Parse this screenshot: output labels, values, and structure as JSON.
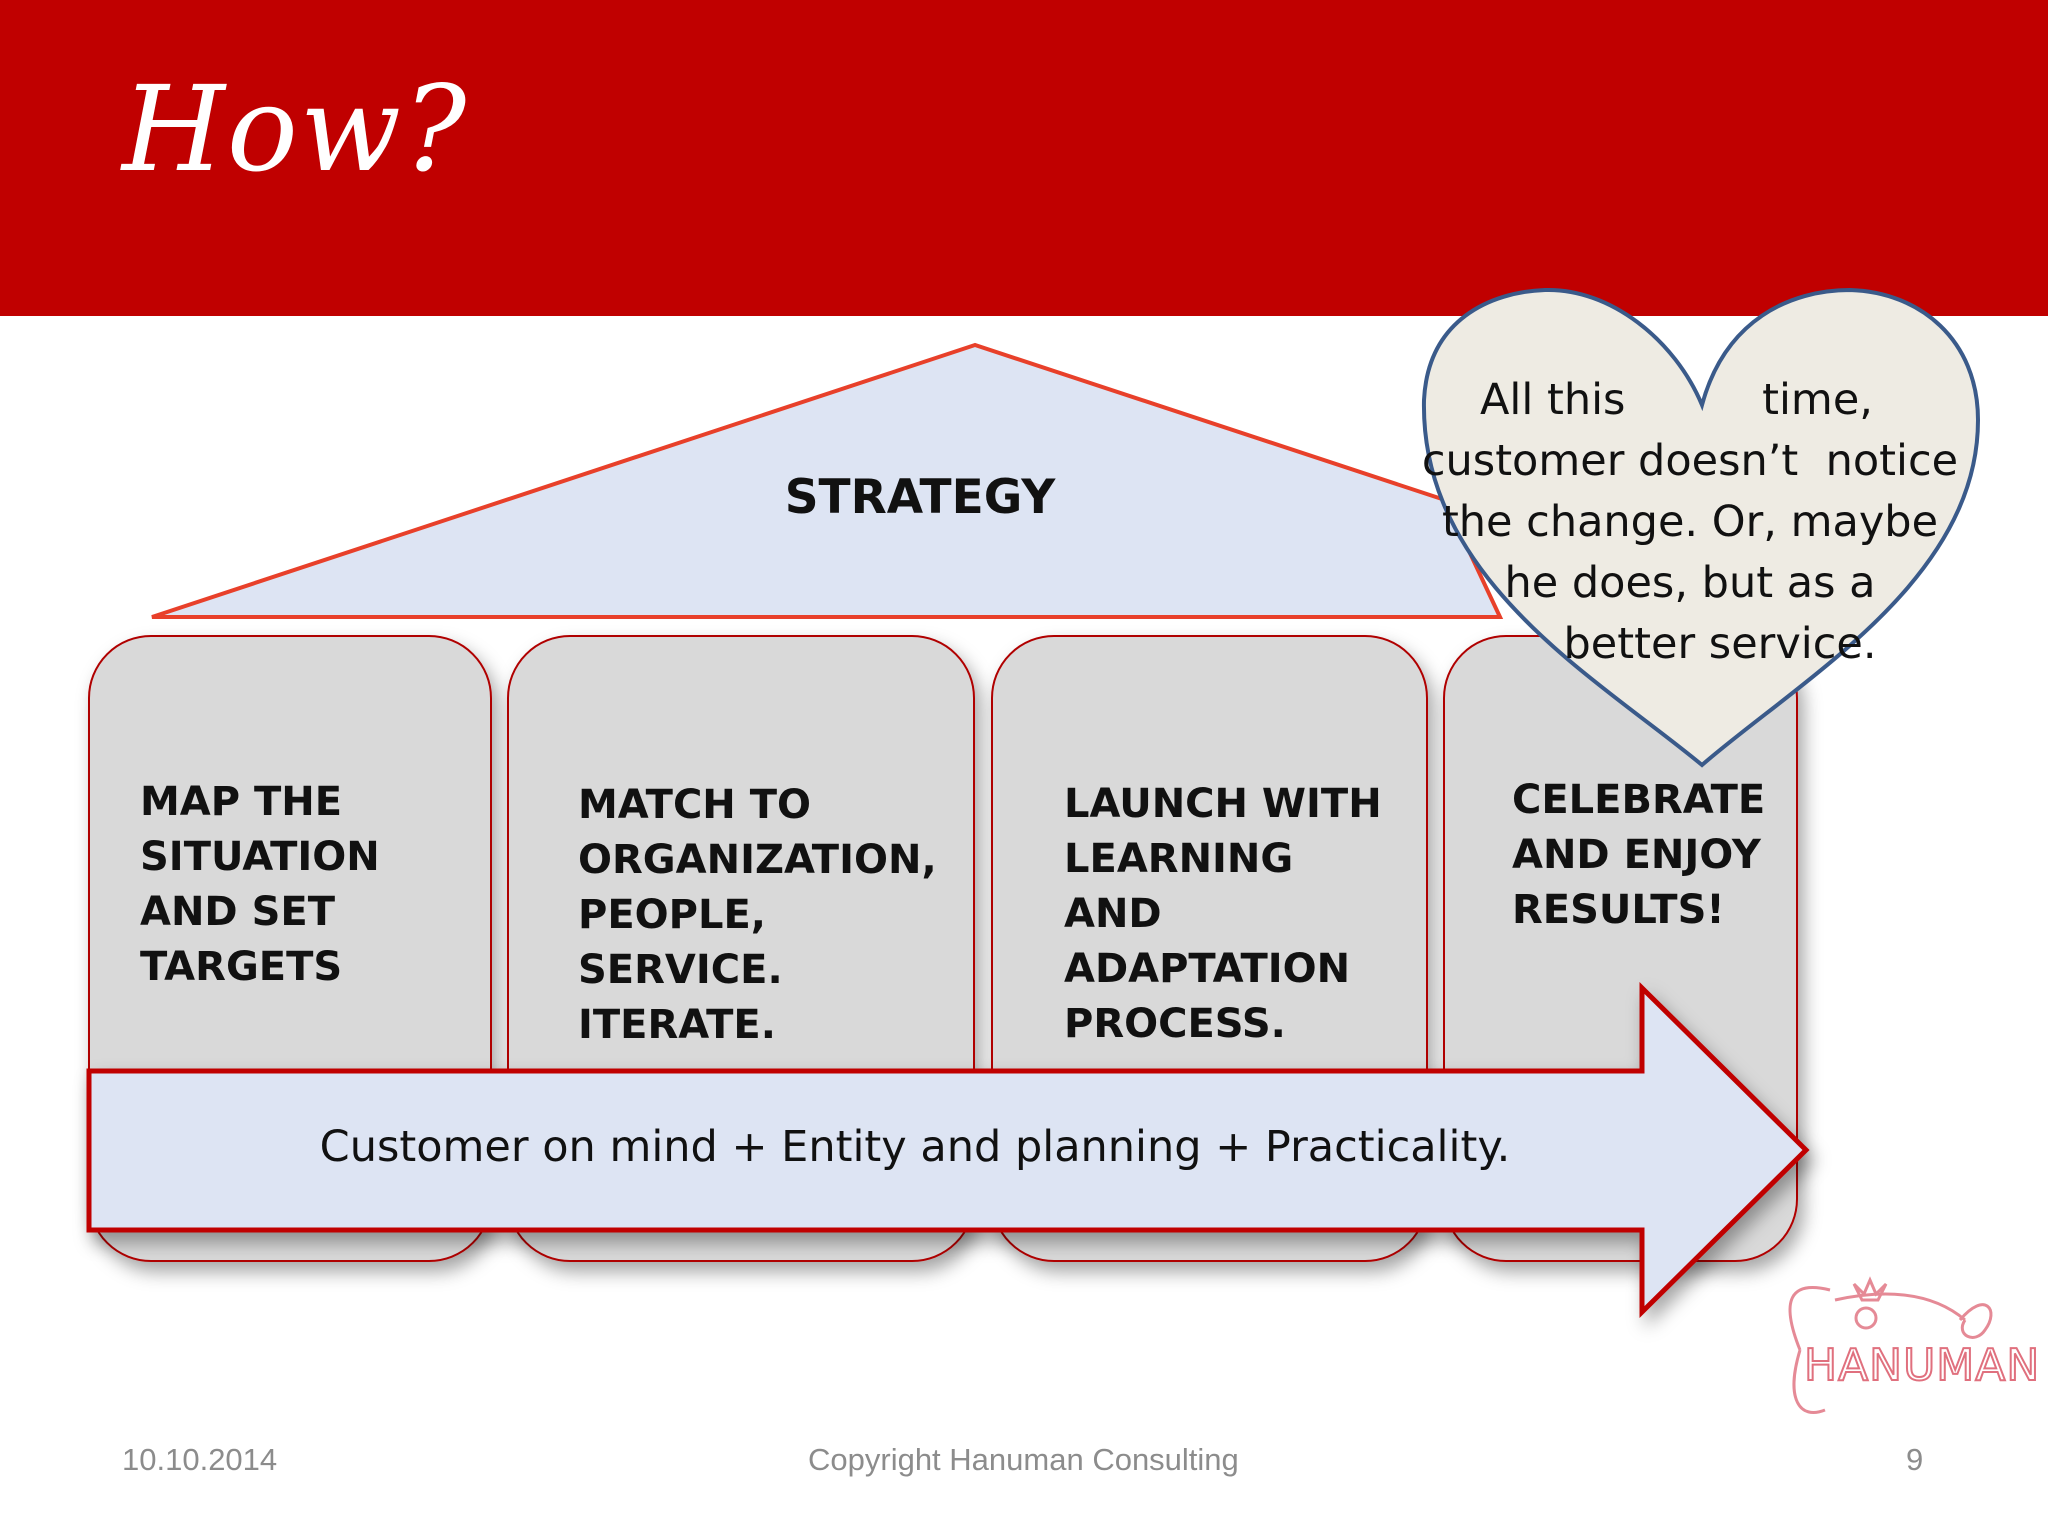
{
  "slide": {
    "title": "How?",
    "banner_color": "#c00000"
  },
  "roof": {
    "label": "STRATEGY"
  },
  "pillars": [
    {
      "label": "MAP THE SITUATION AND SET TARGETS"
    },
    {
      "label": "MATCH TO ORGANIZATION, PEOPLE, SERVICE. ITERATE."
    },
    {
      "label": "LAUNCH WITH LEARNING AND ADAPTATION PROCESS."
    },
    {
      "label": "CELEBRATE AND ENJOY RESULTS!"
    }
  ],
  "heart_note": {
    "lines": [
      "All this          time,",
      "customer doesn’t  notice",
      "the change. Or, maybe",
      "he does, but as a",
      "better service."
    ]
  },
  "foundation_arrow": {
    "text": "Customer on mind + Entity and planning +  Practicality."
  },
  "footer": {
    "date": "10.10.2014",
    "copyright": "Copyright Hanuman Consulting",
    "page_number": "9"
  },
  "logo": {
    "name": "hanuman-logo",
    "text": "HANUMAN"
  },
  "colors": {
    "accent_red": "#c00000",
    "outline_red": "#e8402a",
    "roof_fill": "#dde4f3",
    "pillar_fill": "#d9d9d9",
    "heart_fill": "#eeebe3",
    "heart_stroke": "#3a5a8a"
  }
}
